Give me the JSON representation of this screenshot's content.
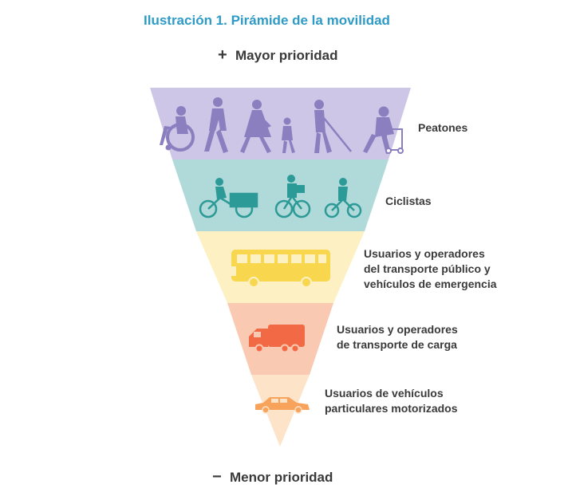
{
  "title": "Ilustración 1. Pirámide de la movilidad",
  "top_priority": {
    "symbol": "+",
    "label": "Mayor prioridad"
  },
  "bottom_priority": {
    "symbol": "−",
    "label": "Menor prioridad"
  },
  "levels": [
    {
      "label_lines": [
        "Peatones"
      ],
      "color": "#cdc6e6",
      "icon_color": "#8b7fc0",
      "icons": [
        "wheelchair-user-icon",
        "walking-man-icon",
        "walking-woman-icon",
        "child-icon",
        "blind-person-cane-icon",
        "elderly-walker-icon"
      ]
    },
    {
      "label_lines": [
        "Ciclistas"
      ],
      "color": "#b0d9da",
      "icon_color": "#2c9a96",
      "icons": [
        "cargo-bike-icon",
        "cyclist-icon",
        "cyclist-icon"
      ]
    },
    {
      "label_lines": [
        "Usuarios y operadores",
        "del transporte público y",
        "vehículos de emergencia"
      ],
      "color": "#fdf0c2",
      "icon_color": "#f8d64e",
      "icons": [
        "bus-icon"
      ]
    },
    {
      "label_lines": [
        "Usuarios y operadores",
        "de transporte de carga"
      ],
      "color": "#f9c9b1",
      "icon_color": "#f26a45",
      "icons": [
        "truck-icon"
      ]
    },
    {
      "label_lines": [
        "Usuarios de vehículos",
        "particulares motorizados"
      ],
      "color": "#fde3c8",
      "icon_color": "#f7a35c",
      "icons": [
        "car-icon"
      ]
    }
  ]
}
